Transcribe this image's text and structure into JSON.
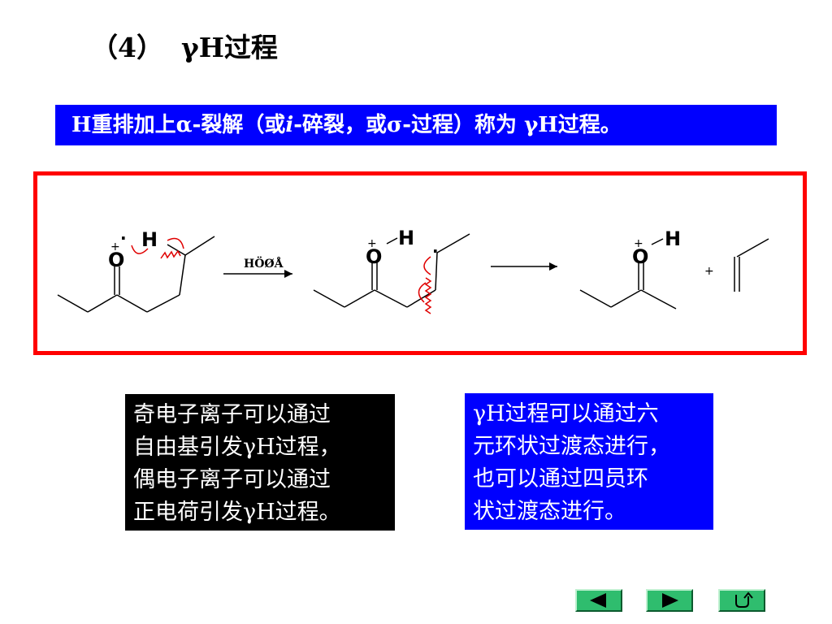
{
  "title": {
    "number": "（4）",
    "text": "γH过程"
  },
  "definition": {
    "part1": "H重排加上α-裂解（或",
    "part_italic": "i",
    "part2": "-碎裂，或σ-过程）称为 γH过程。"
  },
  "scheme": {
    "arrow_label": "HÖØÅ",
    "plus_sign": "+",
    "atom_o": "O",
    "atom_h": "H",
    "charge": "+",
    "radical_dot": "·"
  },
  "notes": {
    "left": [
      "奇电子离子可以通过",
      "自由基引发γH过程，",
      "偶电子离子可以通过",
      "正电荷引发γH过程。"
    ],
    "right": [
      "γH过程可以通过六",
      "元环状过渡态进行，",
      "也可以通过四员环",
      "状过渡态进行。"
    ]
  },
  "colors": {
    "definition_bg": "#0000ff",
    "frame_border": "#ff0000",
    "note_left_bg": "#000000",
    "note_right_bg": "#0000ff",
    "nav_button": "#2fbd6e"
  },
  "nav": {
    "prev_icon": "triangle-left-icon",
    "next_icon": "triangle-right-icon",
    "return_icon": "return-arrow-icon"
  }
}
